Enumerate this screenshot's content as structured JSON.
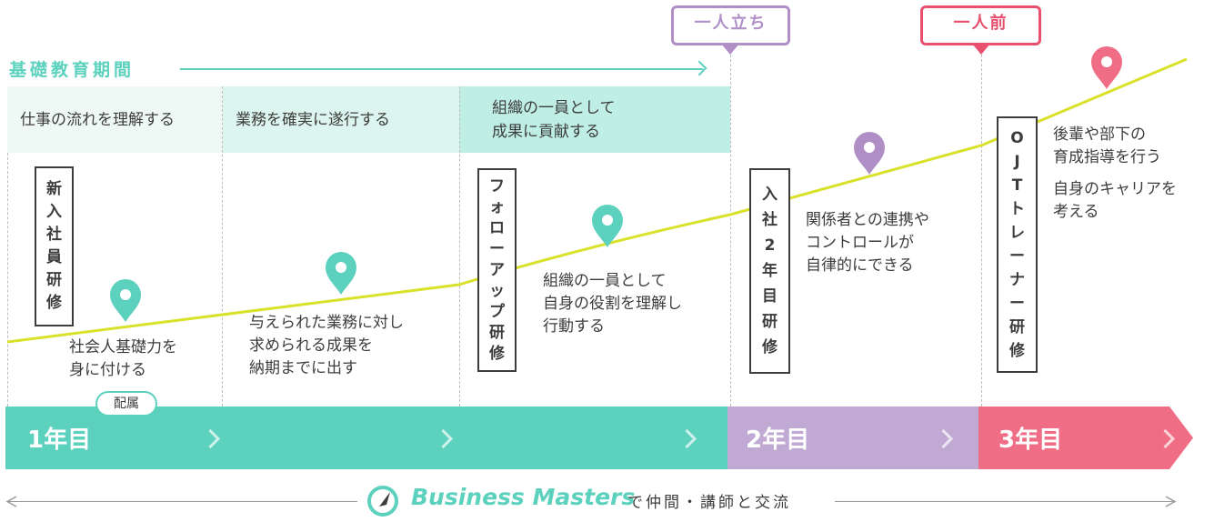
{
  "period": {
    "label": "基礎教育期間"
  },
  "stages": [
    {
      "text": "仕事の流れを理解する"
    },
    {
      "text": "業務を確実に遂行する"
    },
    {
      "text": "組織の一員として\n成果に貢献する"
    }
  ],
  "trainings": [
    {
      "label": "新入社員研修",
      "chars": [
        "新",
        "入",
        "社",
        "員",
        "研",
        "修"
      ]
    },
    {
      "label": "フォローアップ研修",
      "chars": [
        "フ",
        "ォ",
        "ロ",
        "ー",
        "ア",
        "ッ",
        "プ",
        "研",
        "修"
      ]
    },
    {
      "label": "入社2年目研修",
      "chars": [
        "入",
        "社",
        "2",
        "年",
        "目",
        "研",
        "修"
      ]
    },
    {
      "label": "OJTトレーナー研修",
      "chars": [
        "O",
        "J",
        "T",
        "ト",
        "レ",
        "ー",
        "ナ",
        "ー",
        "研",
        "修"
      ]
    }
  ],
  "descriptions": [
    {
      "text": "社会人基礎力を\n身に付ける"
    },
    {
      "text": "与えられた業務に対し\n求められる成果を\n納期までに出す"
    },
    {
      "text": "組織の一員として\n自身の役割を理解し\n行動する"
    },
    {
      "text": "関係者との連携や\nコントロールが\n自律的にできる"
    },
    {
      "text": "後輩や部下の\n育成指導を行う"
    },
    {
      "text": "自身のキャリアを\n考える"
    }
  ],
  "milestones": [
    {
      "label": "一人立ち",
      "color": "#b08fc7"
    },
    {
      "label": "一人前",
      "color": "#e8506e"
    }
  ],
  "badge": {
    "label": "配属"
  },
  "years": [
    {
      "label": "1年目",
      "color": "#5cd1be"
    },
    {
      "label": "2年目",
      "color": "#c0a9d3"
    },
    {
      "label": "3年目",
      "color": "#ef6e85"
    }
  ],
  "footer": {
    "brand": "Business Masters",
    "sub": "で仲間・講師と交流"
  },
  "colors": {
    "teal": "#5cd1be",
    "teal_light": "#bfeee4",
    "teal_pale": "#eef9f6",
    "curve": "#d9e12b",
    "pin_teal": "#5cd1be",
    "pin_purple": "#b08fc7",
    "pin_pink": "#ef6e85"
  }
}
